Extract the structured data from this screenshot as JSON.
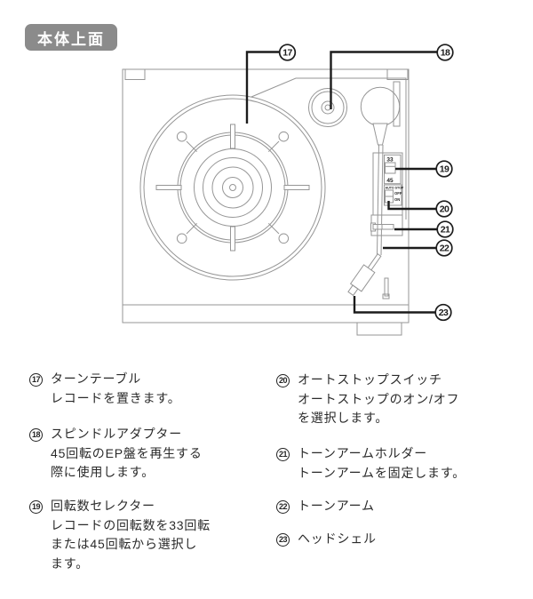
{
  "badge": {
    "label": "本体上面"
  },
  "colors": {
    "line": "#969696",
    "ink": "#1c1c1c",
    "badge_bg": "#8b8b8b",
    "text": "#2a2a2a"
  },
  "diagram": {
    "speed_selector": {
      "top_label": "33",
      "bottom_label": "45"
    },
    "auto_stop": {
      "label": "AUTO STOP",
      "off": "OFF",
      "on": "ON"
    },
    "callouts": [
      {
        "num": "17"
      },
      {
        "num": "18"
      },
      {
        "num": "19"
      },
      {
        "num": "20"
      },
      {
        "num": "21"
      },
      {
        "num": "22"
      },
      {
        "num": "23"
      }
    ]
  },
  "legend": {
    "left": [
      {
        "num": "17",
        "lines": [
          "ターンテーブル",
          "レコードを置きます。"
        ]
      },
      {
        "num": "18",
        "lines": [
          "スピンドルアダプター",
          "45回転のEP盤を再生する",
          "際に使用します。"
        ]
      },
      {
        "num": "19",
        "lines": [
          "回転数セレクター",
          "レコードの回転数を33回転",
          "または45回転から選択し",
          "ます。"
        ]
      }
    ],
    "right": [
      {
        "num": "20",
        "lines": [
          "オートストップスイッチ",
          "オートストップのオン/オフ",
          "を選択します。"
        ]
      },
      {
        "num": "21",
        "lines": [
          "トーンアームホルダー",
          "トーンアームを固定します。"
        ]
      },
      {
        "num": "22",
        "lines": [
          "トーンアーム"
        ]
      },
      {
        "num": "23",
        "lines": [
          "ヘッドシェル"
        ]
      }
    ]
  }
}
